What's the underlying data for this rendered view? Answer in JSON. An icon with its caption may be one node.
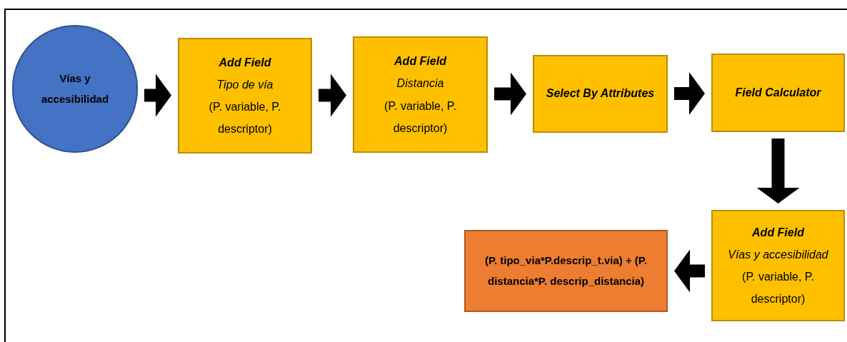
{
  "diagram": {
    "nodes": [
      {
        "text": [
          "Vías y accesibilidad"
        ]
      },
      {
        "text": [
          "Add Field",
          "Tipo de vía",
          "(P. variable, P. descriptor)"
        ]
      },
      {
        "text": [
          "Add Field",
          "Distancia",
          "(P. variable, P. descriptor)"
        ]
      },
      {
        "text": [
          "Select By Attributes"
        ]
      },
      {
        "text": [
          "Field Calculator"
        ]
      },
      {
        "text": [
          "Add Field",
          "Vías y accesibilidad",
          "(P. variable, P. descriptor)"
        ]
      },
      {
        "text": [
          "(P. tipo_via*P.descrip_t.via) + (P. distancia*P. descrip_distancia)"
        ]
      }
    ],
    "edges": [
      {
        "from": 0,
        "to": 1,
        "arrow": "to"
      },
      {
        "from": 1,
        "to": 2,
        "arrow": "to"
      },
      {
        "from": 2,
        "to": 3,
        "arrow": "to"
      },
      {
        "from": 3,
        "to": 4,
        "arrow": "to"
      },
      {
        "from": 4,
        "to": 5,
        "arrow": "to"
      },
      {
        "from": 5,
        "to": 6,
        "arrow": "to"
      }
    ]
  }
}
